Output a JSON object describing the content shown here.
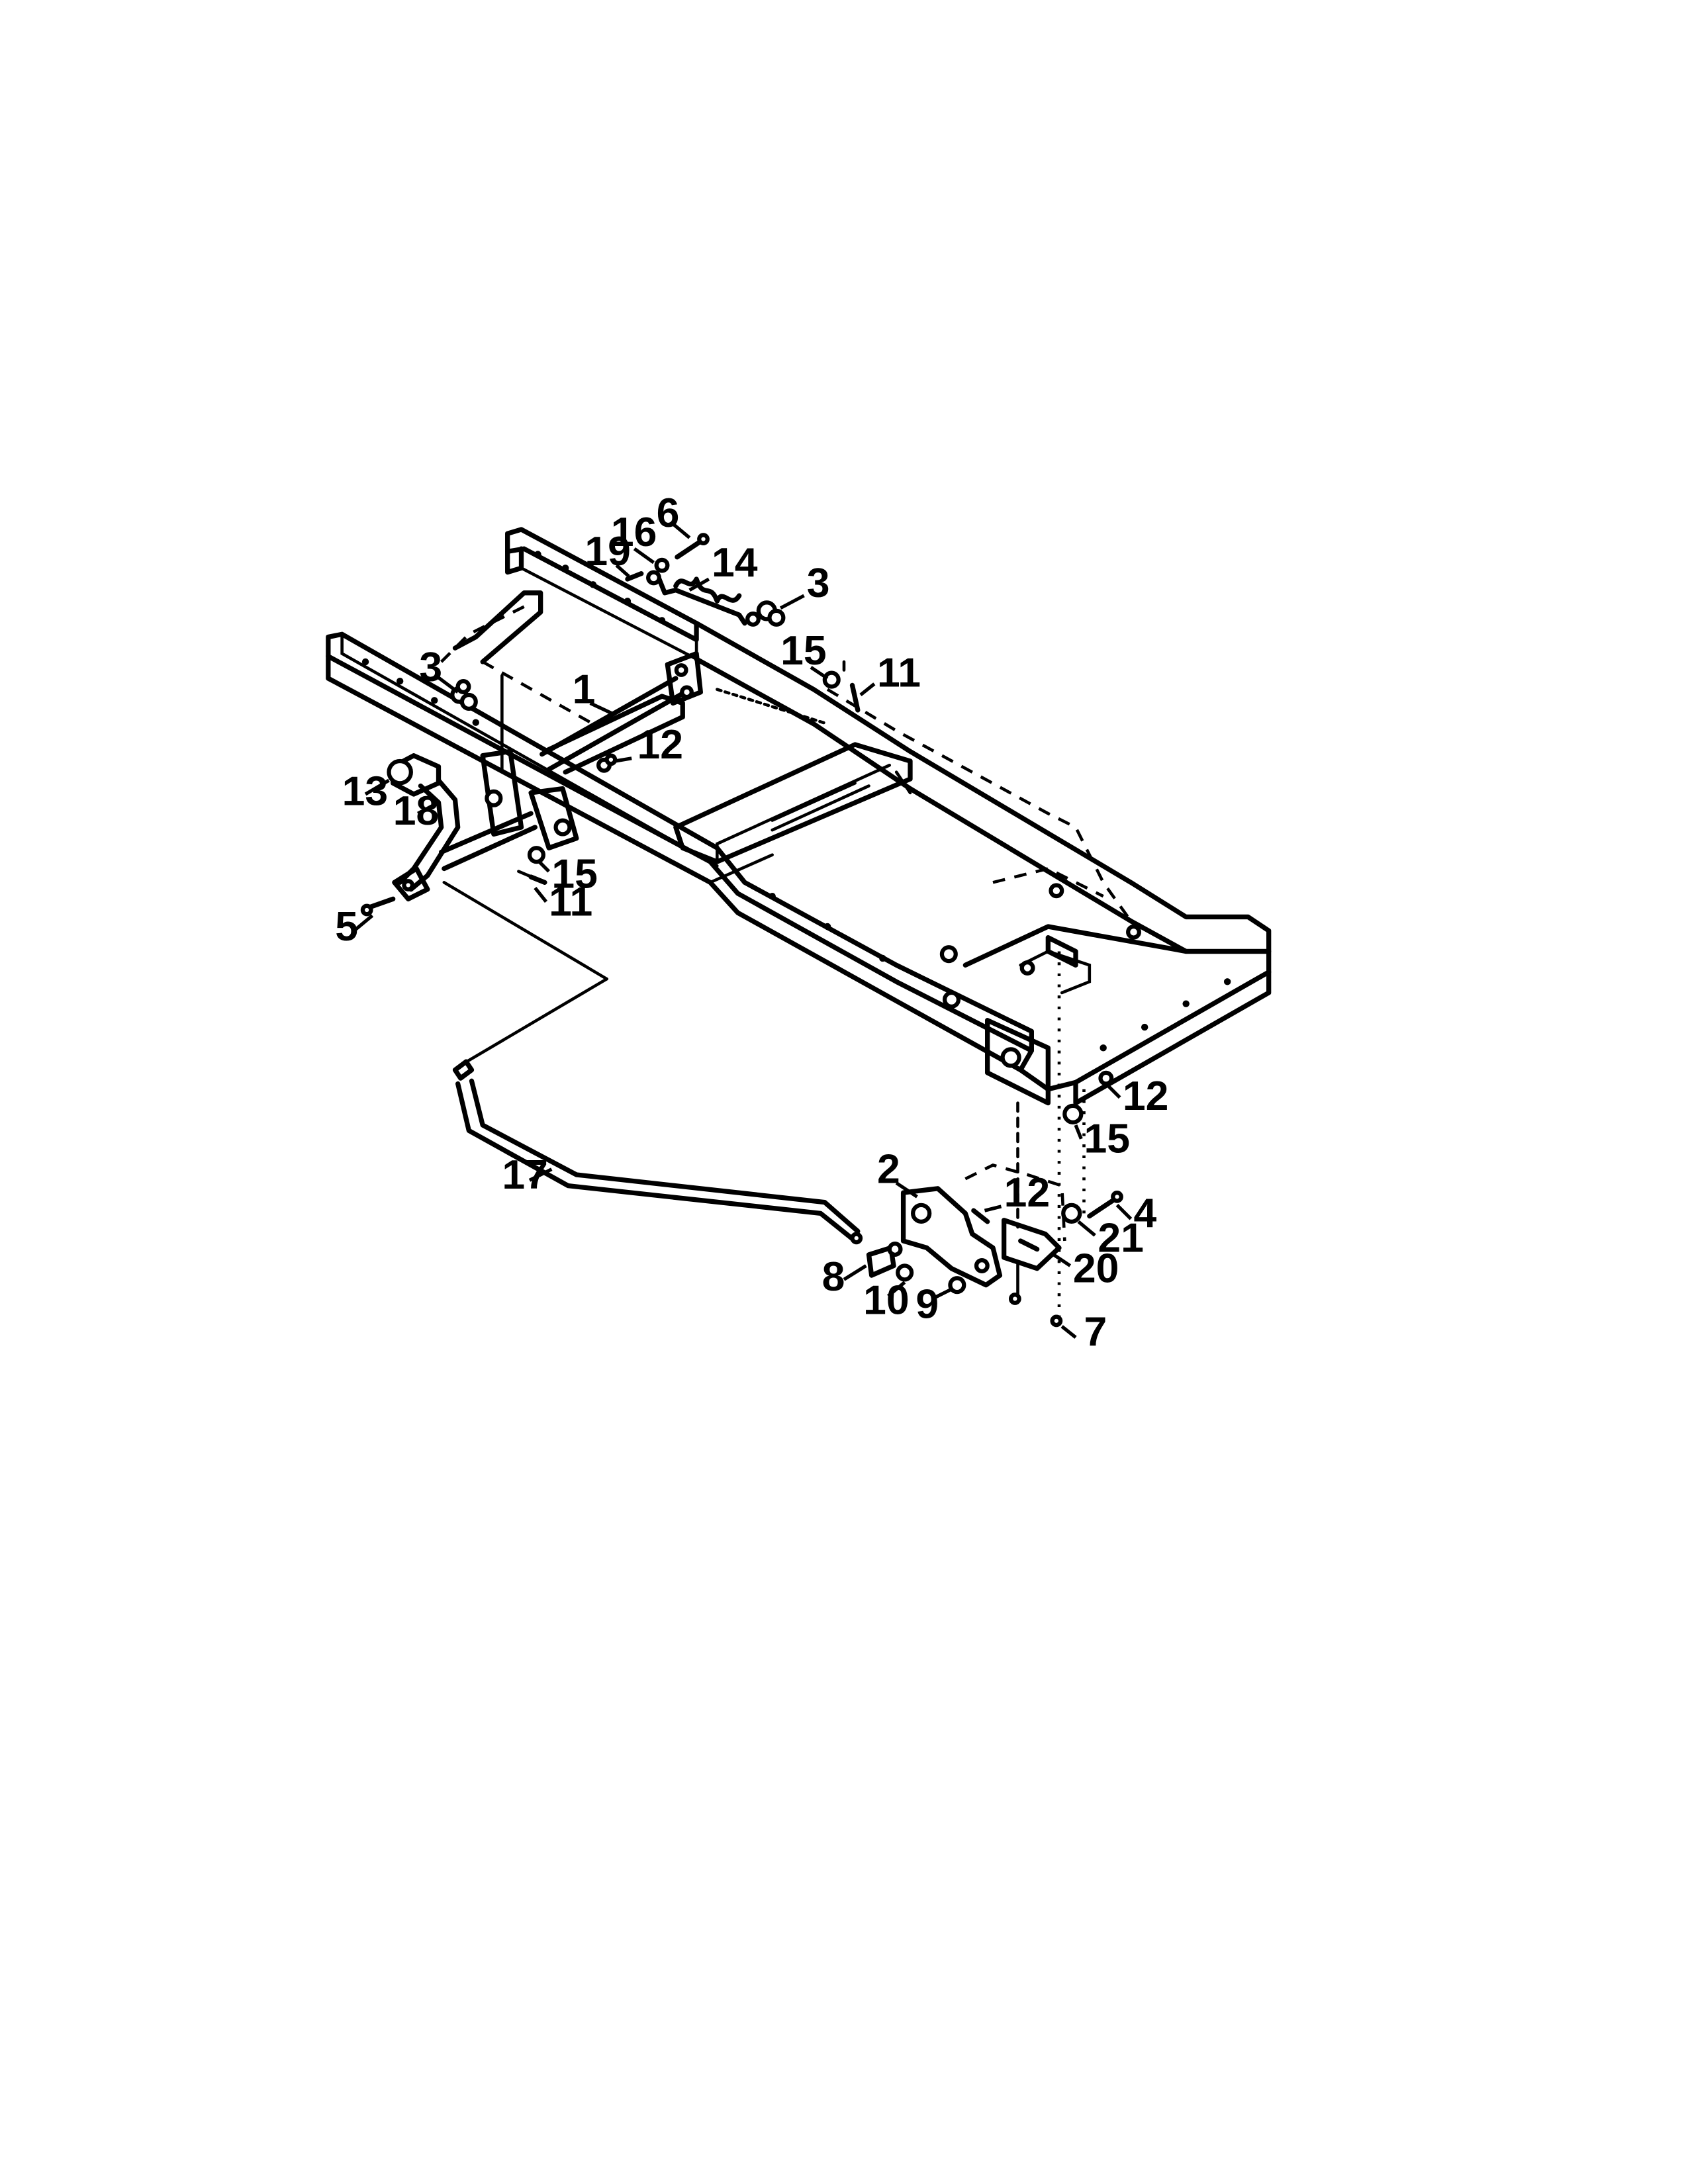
{
  "diagram": {
    "callouts": [
      {
        "id": "c1",
        "label": "1"
      },
      {
        "id": "c2",
        "label": "2"
      },
      {
        "id": "c3a",
        "label": "3"
      },
      {
        "id": "c3b",
        "label": "3"
      },
      {
        "id": "c4",
        "label": "4"
      },
      {
        "id": "c5",
        "label": "5"
      },
      {
        "id": "c6",
        "label": "6"
      },
      {
        "id": "c7",
        "label": "7"
      },
      {
        "id": "c8",
        "label": "8"
      },
      {
        "id": "c9",
        "label": "9"
      },
      {
        "id": "c10",
        "label": "10"
      },
      {
        "id": "c11a",
        "label": "11"
      },
      {
        "id": "c11b",
        "label": "11"
      },
      {
        "id": "c12a",
        "label": "12"
      },
      {
        "id": "c12b",
        "label": "12"
      },
      {
        "id": "c12c",
        "label": "12"
      },
      {
        "id": "c13",
        "label": "13"
      },
      {
        "id": "c14",
        "label": "14"
      },
      {
        "id": "c15a",
        "label": "15"
      },
      {
        "id": "c15b",
        "label": "15"
      },
      {
        "id": "c15c",
        "label": "15"
      },
      {
        "id": "c16",
        "label": "16"
      },
      {
        "id": "c17",
        "label": "17"
      },
      {
        "id": "c18",
        "label": "18"
      },
      {
        "id": "c19",
        "label": "19"
      },
      {
        "id": "c20",
        "label": "20"
      },
      {
        "id": "c21",
        "label": "21"
      }
    ]
  }
}
